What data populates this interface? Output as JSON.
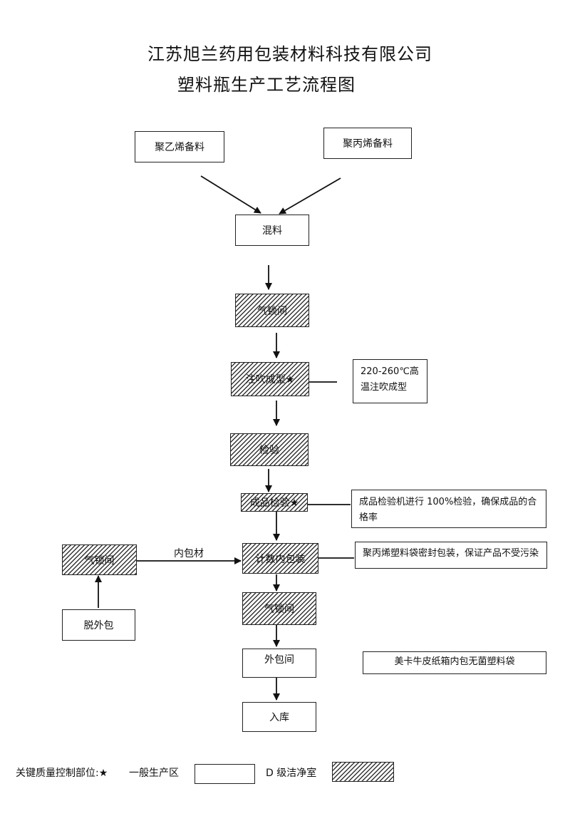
{
  "header": {
    "company": "江苏旭兰药用包装材料科技有限公司",
    "title": "塑料瓶生产工艺流程图"
  },
  "nodes": {
    "pe": "聚乙烯备料",
    "pp": "聚丙烯备料",
    "mix": "混料",
    "airlock1": "气锁间",
    "blow": "注吹成型★",
    "inspect": "检验",
    "final_inspect": "成品检验★",
    "count_pack": "计数内包装",
    "airlock2": "气锁间",
    "airlock3": "气锁间",
    "unpack": "脱外包",
    "outer_room": "外包间",
    "storage": "入库"
  },
  "notes": {
    "blow_note": "220-260℃高温注吹成型",
    "inspect_note": "成品检验机进行 100%检验，确保成品的合格率",
    "pack_note": "聚丙烯塑料袋密封包装，保证产品不受污染",
    "outer_note": "美卡牛皮纸箱内包无菌塑料袋"
  },
  "edge_labels": {
    "inner_material": "内包材"
  },
  "legend": {
    "key_points": "关键质量控制部位:★",
    "general_area": "一般生产区",
    "clean_room": "D 级洁净室"
  }
}
